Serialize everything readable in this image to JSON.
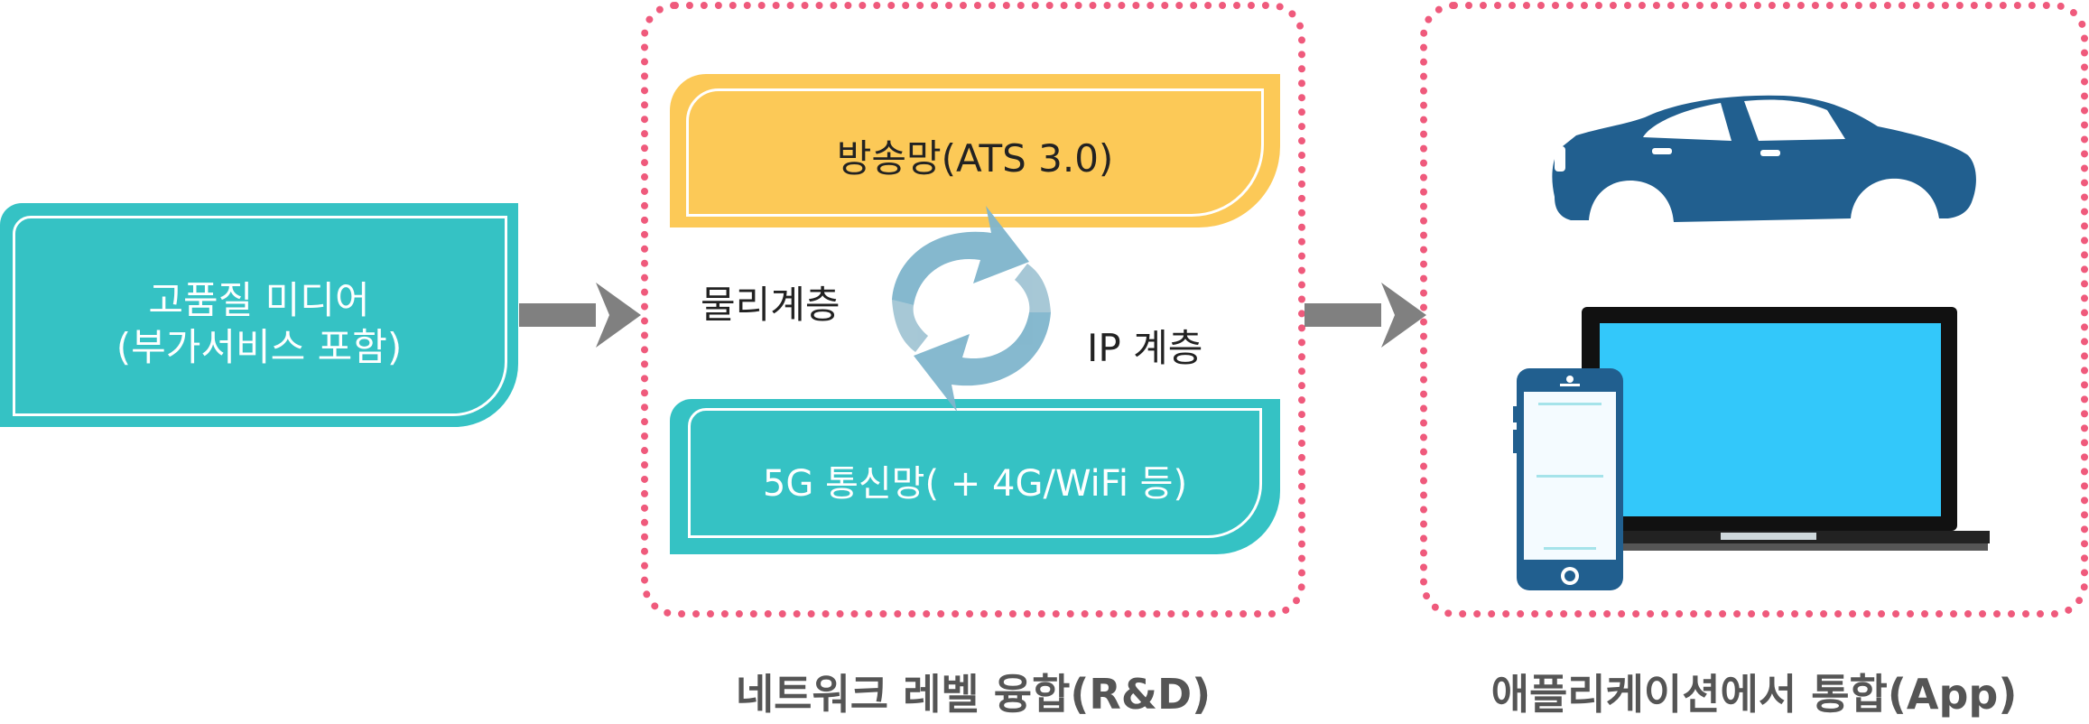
{
  "source": {
    "line1": "고품질 미디어",
    "line2": "(부가서비스 포함)"
  },
  "network": {
    "broadcast_label": "방송망(ATS 3.0)",
    "physical_layer_label": "물리계층",
    "ip_layer_label": "IP 계층",
    "telecom_label": "5G 통신망( + 4G/WiFi 등)",
    "caption": "네트워크 레벨 융합(R&D)"
  },
  "app": {
    "caption": "애플리케이션에서 통합(App)"
  },
  "colors": {
    "teal": "#35c2c4",
    "yellow": "#fcc957",
    "dotted_frame": "#ef5a7c",
    "arrow_gray": "#808080",
    "cycle_blue": "#7fb5cc",
    "car_blue": "#215f8f",
    "screen_cyan": "#33c8fa"
  },
  "icons": {
    "exchange": "exchange-cycle-icon",
    "car": "car-icon",
    "laptop": "laptop-icon",
    "phone": "phone-icon"
  }
}
